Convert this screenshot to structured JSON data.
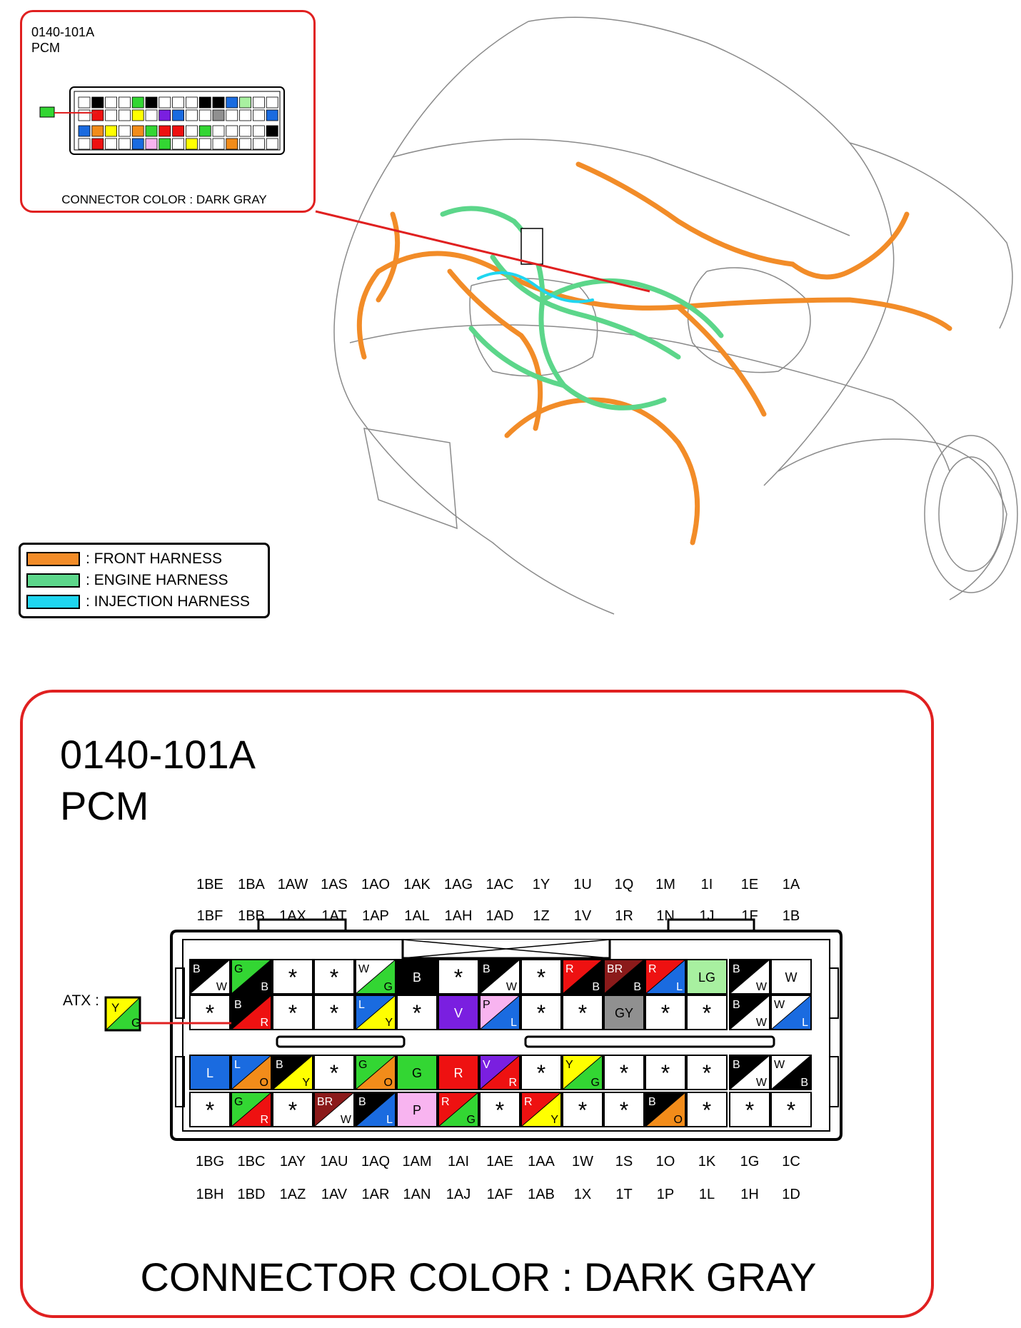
{
  "callout": {
    "code": "0140-101A",
    "name": "PCM",
    "connector_color": "CONNECTOR COLOR : DARK GRAY",
    "atx_label": "ATX :"
  },
  "legend": [
    {
      "label": ": FRONT HARNESS",
      "color": "#f28c28"
    },
    {
      "label": ": ENGINE HARNESS",
      "color": "#5cd68a"
    },
    {
      "label": ": INJECTION HARNESS",
      "color": "#1fd6f0"
    }
  ],
  "wire_colors": {
    "B": "#000000",
    "W": "#ffffff",
    "G": "#33d633",
    "R": "#ee1111",
    "L": "#1a6be0",
    "Y": "#ffff00",
    "O": "#f28c1a",
    "V": "#7a1fe0",
    "P": "#f8b4f0",
    "BR": "#8b1a1a",
    "LG": "#a8f0a0",
    "GY": "#909090"
  },
  "top_labels": {
    "row1": [
      "1BE",
      "1BA",
      "1AW",
      "1AS",
      "1AO",
      "1AK",
      "1AG",
      "1AC",
      "1Y",
      "1U",
      "1Q",
      "1M",
      "1I",
      "1E",
      "1A"
    ],
    "row2": [
      "1BF",
      "1BB",
      "1AX",
      "1AT",
      "1AP",
      "1AL",
      "1AH",
      "1AD",
      "1Z",
      "1V",
      "1R",
      "1N",
      "1J",
      "1F",
      "1B"
    ]
  },
  "bottom_labels": {
    "row1": [
      "1BG",
      "1BC",
      "1AY",
      "1AU",
      "1AQ",
      "1AM",
      "1AI",
      "1AE",
      "1AA",
      "1W",
      "1S",
      "1O",
      "1K",
      "1G",
      "1C"
    ],
    "row2": [
      "1BH",
      "1BD",
      "1AZ",
      "1AV",
      "1AR",
      "1AN",
      "1AJ",
      "1AF",
      "1AB",
      "1X",
      "1T",
      "1P",
      "1L",
      "1H",
      "1D"
    ]
  },
  "atx_pin": {
    "a": "Y",
    "b": "G"
  },
  "pins": {
    "row1": [
      [
        "B",
        "W"
      ],
      [
        "G",
        "B"
      ],
      [
        "*"
      ],
      [
        "*"
      ],
      [
        "W",
        "G"
      ],
      [
        "B"
      ],
      [
        "*"
      ],
      [
        "B",
        "W"
      ],
      [
        "*"
      ],
      [
        "R",
        "B"
      ],
      [
        "BR",
        "B"
      ],
      [
        "R",
        "L"
      ],
      [
        "LG"
      ],
      [
        "B",
        "W"
      ],
      [
        "W"
      ]
    ],
    "row2": [
      [
        "*"
      ],
      [
        "B",
        "R"
      ],
      [
        "*"
      ],
      [
        "*"
      ],
      [
        "L",
        "Y"
      ],
      [
        "*"
      ],
      [
        "V"
      ],
      [
        "P",
        "L"
      ],
      [
        "*"
      ],
      [
        "*"
      ],
      [
        "GY"
      ],
      [
        "*"
      ],
      [
        "*"
      ],
      [
        "B",
        "W"
      ],
      [
        "W",
        "L"
      ]
    ],
    "row3": [
      [
        "L"
      ],
      [
        "L",
        "O"
      ],
      [
        "B",
        "Y"
      ],
      [
        "*"
      ],
      [
        "G",
        "O"
      ],
      [
        "G"
      ],
      [
        "R"
      ],
      [
        "V",
        "R"
      ],
      [
        "*"
      ],
      [
        "Y",
        "G"
      ],
      [
        "*"
      ],
      [
        "*"
      ],
      [
        "*"
      ],
      [
        "B",
        "W"
      ],
      [
        "W",
        "B"
      ]
    ],
    "row4": [
      [
        "*"
      ],
      [
        "G",
        "R"
      ],
      [
        "*"
      ],
      [
        "BR",
        "W"
      ],
      [
        "B",
        "L"
      ],
      [
        "P"
      ],
      [
        "R",
        "G"
      ],
      [
        "*"
      ],
      [
        "R",
        "Y"
      ],
      [
        "*"
      ],
      [
        "*"
      ],
      [
        "B",
        "O"
      ],
      [
        "*"
      ],
      [
        "*"
      ],
      [
        "*"
      ]
    ]
  }
}
